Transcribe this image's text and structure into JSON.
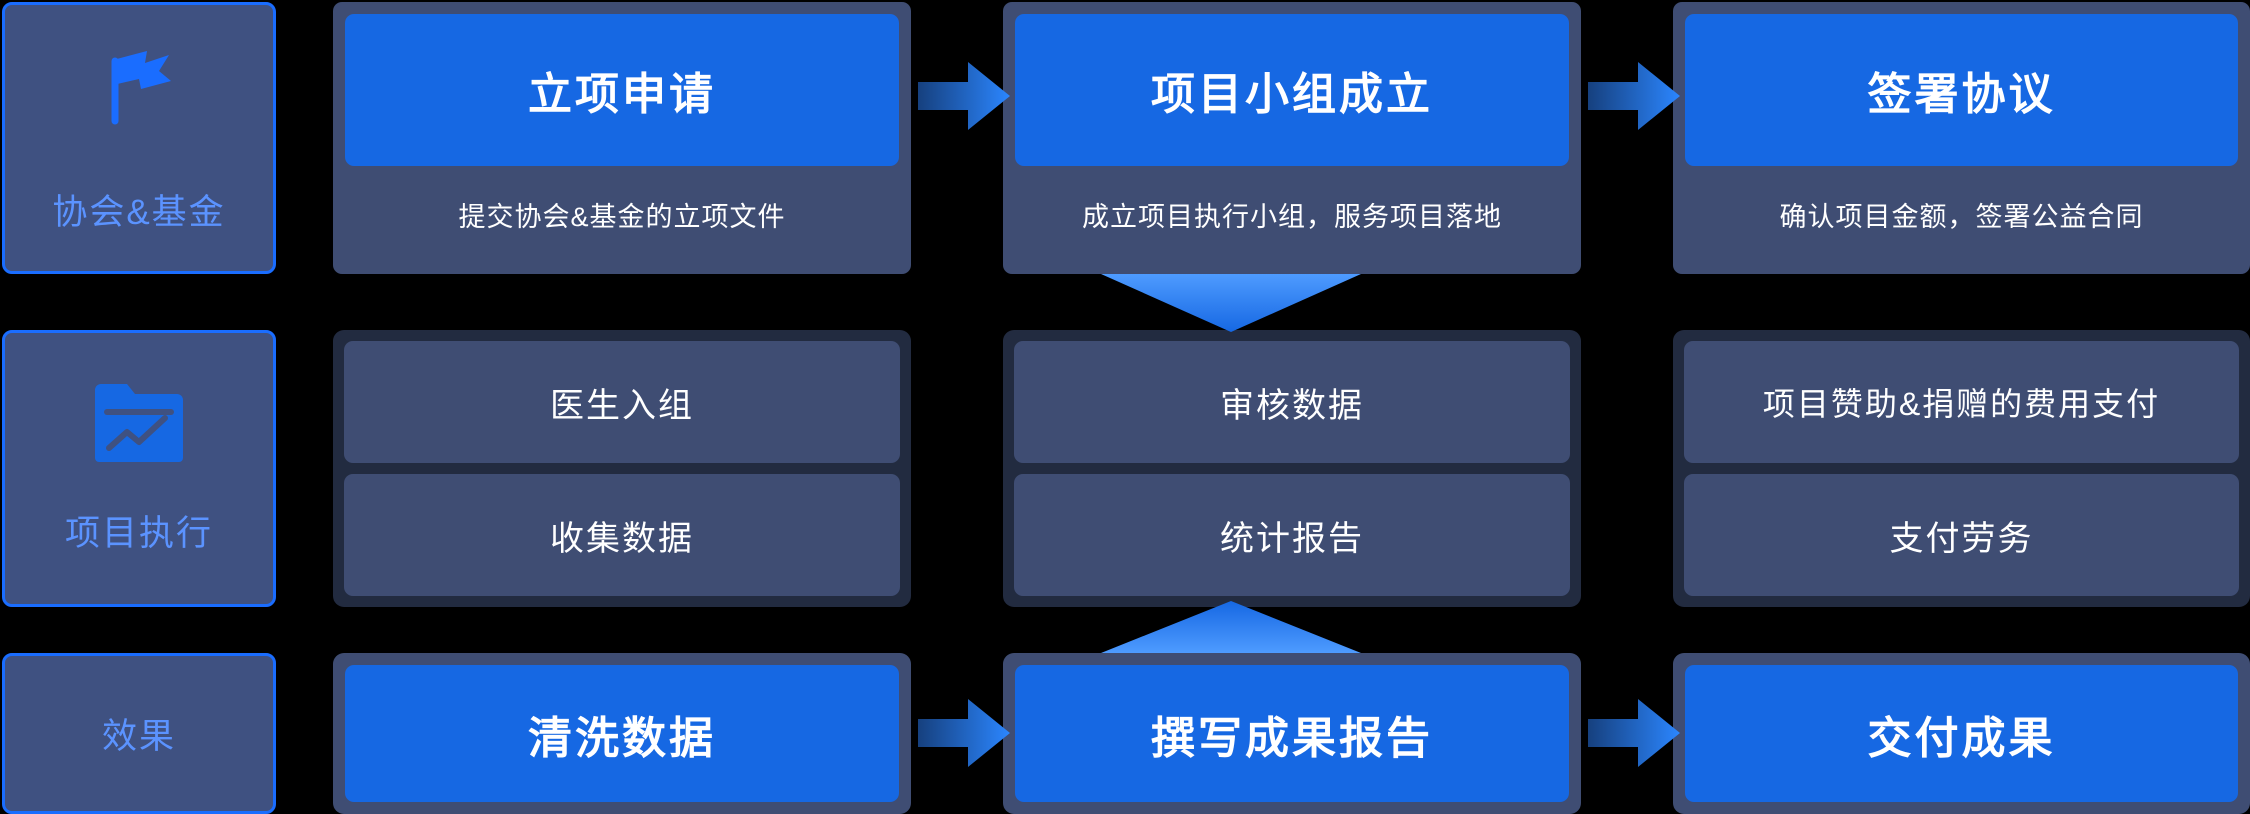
{
  "theme": {
    "background": "#000000",
    "accent_blue": "#1a6dff",
    "card_blue": "#1668e3",
    "panel": "#3f4d73",
    "panel_dark": "#222b40",
    "label_panel": "#3f5181",
    "label_text": "#5b93ff",
    "text": "#ffffff"
  },
  "rows": [
    {
      "label": {
        "text": "协会&基金",
        "icon": "flag-icon"
      },
      "cards": [
        {
          "title": "立项申请",
          "subtitle": "提交协会&基金的立项文件"
        },
        {
          "title": "项目小组成立",
          "subtitle": "成立项目执行小组，服务项目落地"
        },
        {
          "title": "签署协议",
          "subtitle": "确认项目金额，签署公益合同"
        }
      ]
    },
    {
      "label": {
        "text": "项目执行",
        "icon": "folder-chart-icon"
      },
      "cards": [
        {
          "cells": [
            "医生入组",
            "收集数据"
          ]
        },
        {
          "cells": [
            "审核数据",
            "统计报告"
          ]
        },
        {
          "cells": [
            "项目赞助&捐赠的费用支付",
            "支付劳务"
          ]
        }
      ]
    },
    {
      "label": {
        "text": "效果",
        "icon": "none"
      },
      "cards": [
        {
          "title": "清洗数据"
        },
        {
          "title": "撰写成果报告"
        },
        {
          "title": "交付成果"
        }
      ]
    }
  ],
  "connectors": [
    {
      "name": "arrow-row1-col1-to-col2",
      "direction": "right"
    },
    {
      "name": "arrow-row1-col2-to-col3",
      "direction": "right"
    },
    {
      "name": "arrow-row1-to-row2",
      "direction": "down"
    },
    {
      "name": "arrow-row3-to-row2",
      "direction": "up"
    },
    {
      "name": "arrow-row3-col1-to-col2",
      "direction": "right"
    },
    {
      "name": "arrow-row3-col2-to-col3",
      "direction": "right"
    }
  ]
}
